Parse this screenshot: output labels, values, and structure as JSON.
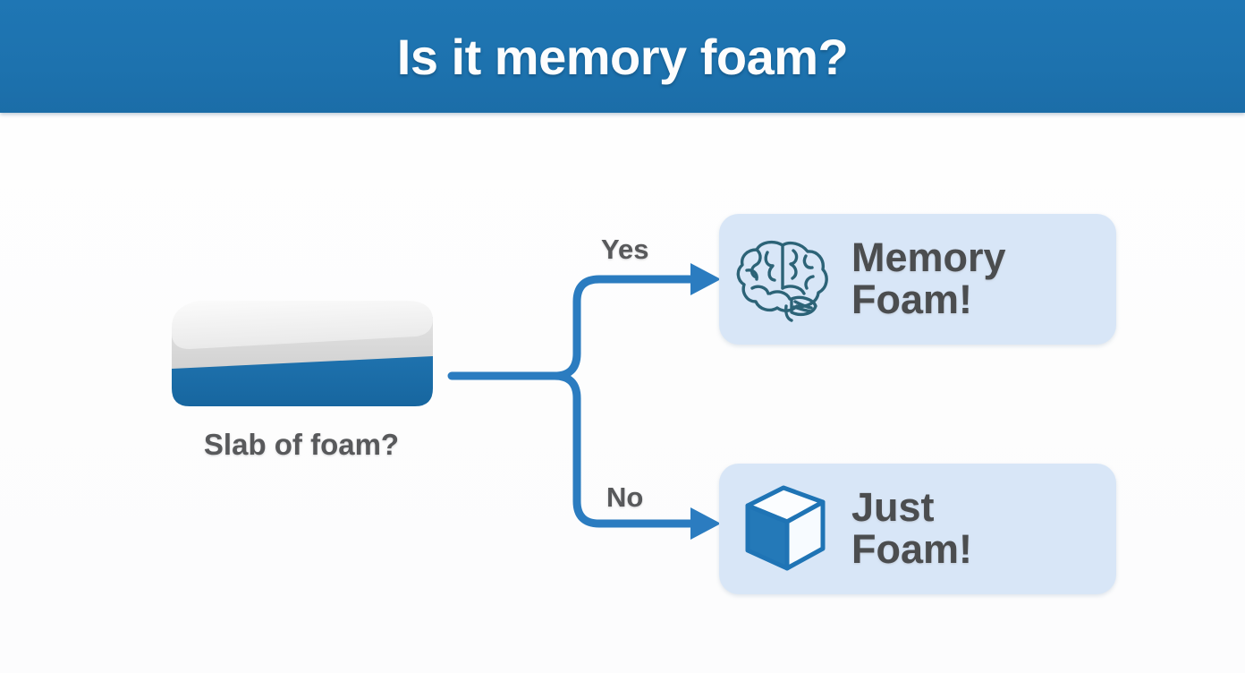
{
  "header": {
    "title": "Is it memory foam?",
    "background_color": "#1d72ae",
    "text_color": "#fdfdfd"
  },
  "theme": {
    "page_background": "#fdfdfd",
    "accent_blue": "#2b7cc0",
    "card_background": "#d8e6f7",
    "label_gray": "#58595b",
    "brain_outline": "#2c6377"
  },
  "flow": {
    "source": {
      "icon": "foam-slab-icon",
      "label": "Slab of foam?",
      "colors": {
        "top": "#f1f1f1",
        "middle": "#d9d9d9",
        "bottom": "#1f72ad"
      }
    },
    "branches": [
      {
        "label": "Yes",
        "target": "card-memory-foam"
      },
      {
        "label": "No",
        "target": "card-just-foam"
      }
    ],
    "outcomes": [
      {
        "id": "memory-foam",
        "icon": "brain-icon",
        "text_lines": [
          "Memory",
          "Foam!"
        ],
        "background_color": "#d8e6f7"
      },
      {
        "id": "just-foam",
        "icon": "cube-icon",
        "text_lines": [
          "Just",
          "Foam!"
        ],
        "background_color": "#d8e6f7"
      }
    ]
  }
}
